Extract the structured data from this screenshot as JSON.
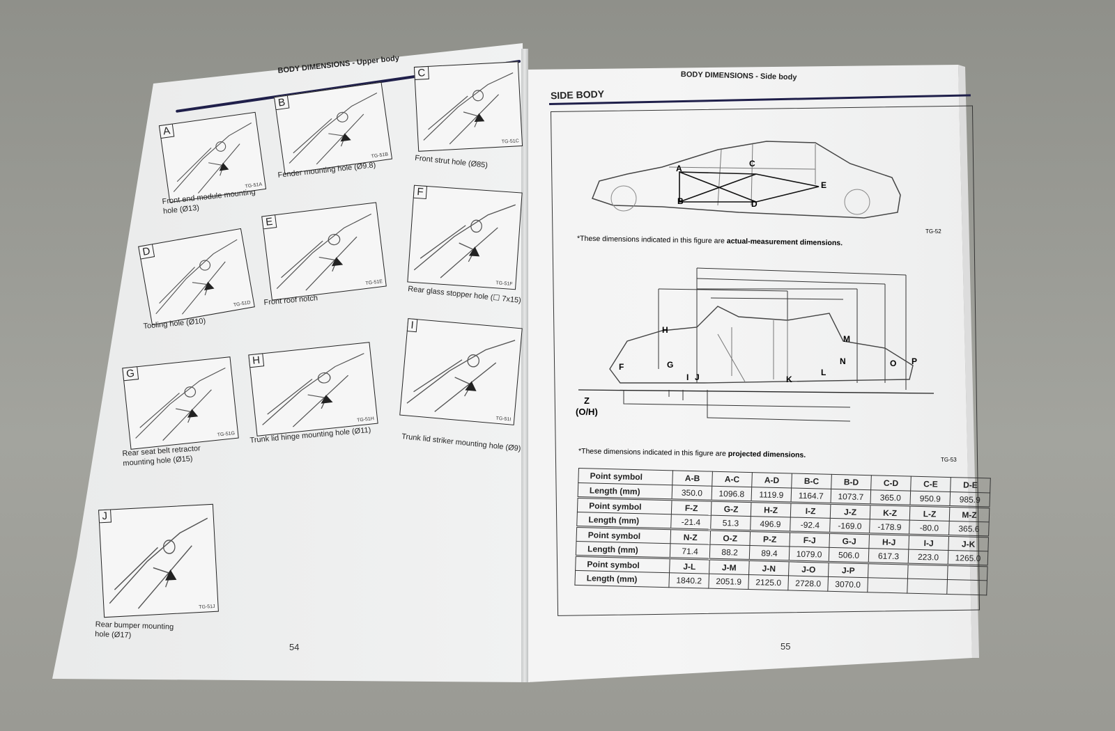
{
  "left_page": {
    "header": "BODY DIMENSIONS - Upper body",
    "page_number": "54",
    "panels": [
      {
        "letter": "A",
        "tag": "TG-51A",
        "caption": "Front end module mounting hole (Ø13)"
      },
      {
        "letter": "B",
        "tag": "TG-51B",
        "caption": "Fender mounting hole (Ø9.8)"
      },
      {
        "letter": "C",
        "tag": "TG-51C",
        "caption": "Front strut hole (Ø85)"
      },
      {
        "letter": "D",
        "tag": "TG-51D",
        "caption": "Tooling hole (Ø10)"
      },
      {
        "letter": "E",
        "tag": "TG-51E",
        "caption": "Front roof notch"
      },
      {
        "letter": "F",
        "tag": "TG-51F",
        "caption": "Rear glass stopper hole (☐ 7x15)"
      },
      {
        "letter": "G",
        "tag": "TG-51G",
        "caption": "Rear seat belt retractor mounting hole (Ø15)"
      },
      {
        "letter": "H",
        "tag": "TG-51H",
        "caption": "Trunk lid hinge mounting hole (Ø11)"
      },
      {
        "letter": "I",
        "tag": "TG-51I",
        "caption": "Trunk lid striker mounting hole (Ø9)"
      },
      {
        "letter": "J",
        "tag": "TG-51J",
        "caption": "Rear bumper mounting hole (Ø17)"
      }
    ]
  },
  "right_page": {
    "header": "BODY DIMENSIONS - Side body",
    "section_title": "SIDE BODY",
    "page_number": "55",
    "fig1": {
      "tag": "TG-52",
      "note_prefix": "*These dimensions indicated in this figure are ",
      "note_bold": "actual-measurement dimensions.",
      "points": [
        "A",
        "B",
        "C",
        "D",
        "E"
      ]
    },
    "fig2": {
      "tag": "TG-53",
      "note_prefix": "*These dimensions indicated in this figure are ",
      "note_bold": "projected dimensions.",
      "points": [
        "F",
        "G",
        "H",
        "I",
        "J",
        "K",
        "L",
        "M",
        "N",
        "O",
        "P"
      ],
      "z_label": "Z",
      "z_sub": "(O/H)"
    },
    "table": {
      "row_header_symbol": "Point symbol",
      "row_header_length": "Length (mm)",
      "groups": [
        {
          "symbols": [
            "A-B",
            "A-C",
            "A-D",
            "B-C",
            "B-D",
            "C-D",
            "C-E",
            "D-E"
          ],
          "lengths": [
            "350.0",
            "1096.8",
            "1119.9",
            "1164.7",
            "1073.7",
            "365.0",
            "950.9",
            "985.9"
          ]
        },
        {
          "symbols": [
            "F-Z",
            "G-Z",
            "H-Z",
            "I-Z",
            "J-Z",
            "K-Z",
            "L-Z",
            "M-Z"
          ],
          "lengths": [
            "-21.4",
            "51.3",
            "496.9",
            "-92.4",
            "-169.0",
            "-178.9",
            "-80.0",
            "365.6"
          ]
        },
        {
          "symbols": [
            "N-Z",
            "O-Z",
            "P-Z",
            "F-J",
            "G-J",
            "H-J",
            "I-J",
            "J-K"
          ],
          "lengths": [
            "71.4",
            "88.2",
            "89.4",
            "1079.0",
            "506.0",
            "617.3",
            "223.0",
            "1265.0"
          ]
        },
        {
          "symbols": [
            "J-L",
            "J-M",
            "J-N",
            "J-O",
            "J-P",
            "",
            "",
            ""
          ],
          "lengths": [
            "1840.2",
            "2051.9",
            "2125.0",
            "2728.0",
            "3070.0",
            "",
            "",
            ""
          ]
        }
      ]
    }
  }
}
